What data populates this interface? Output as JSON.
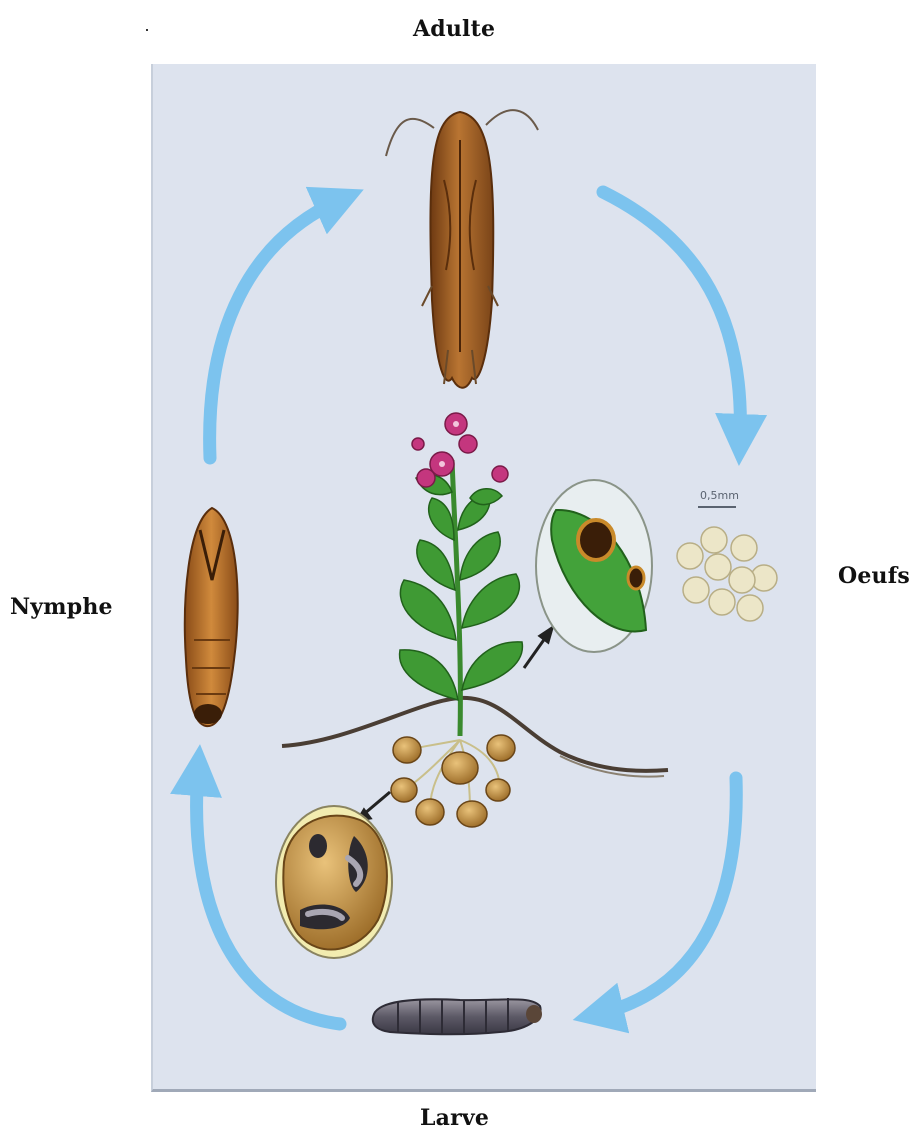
{
  "stages": {
    "adult": "Adulte",
    "egg": "Oeufs",
    "larva": "Larve",
    "pupa": "Nymphe"
  },
  "scale_label": "0,5mm",
  "colors": {
    "panel": "#dde3ee",
    "arrow": "#7cc3ee",
    "moth": "#9a5a22",
    "leaf": "#3f9a34",
    "flower": "#c4367e",
    "egg": "#ece6c8",
    "larva": "#6c6a74"
  }
}
